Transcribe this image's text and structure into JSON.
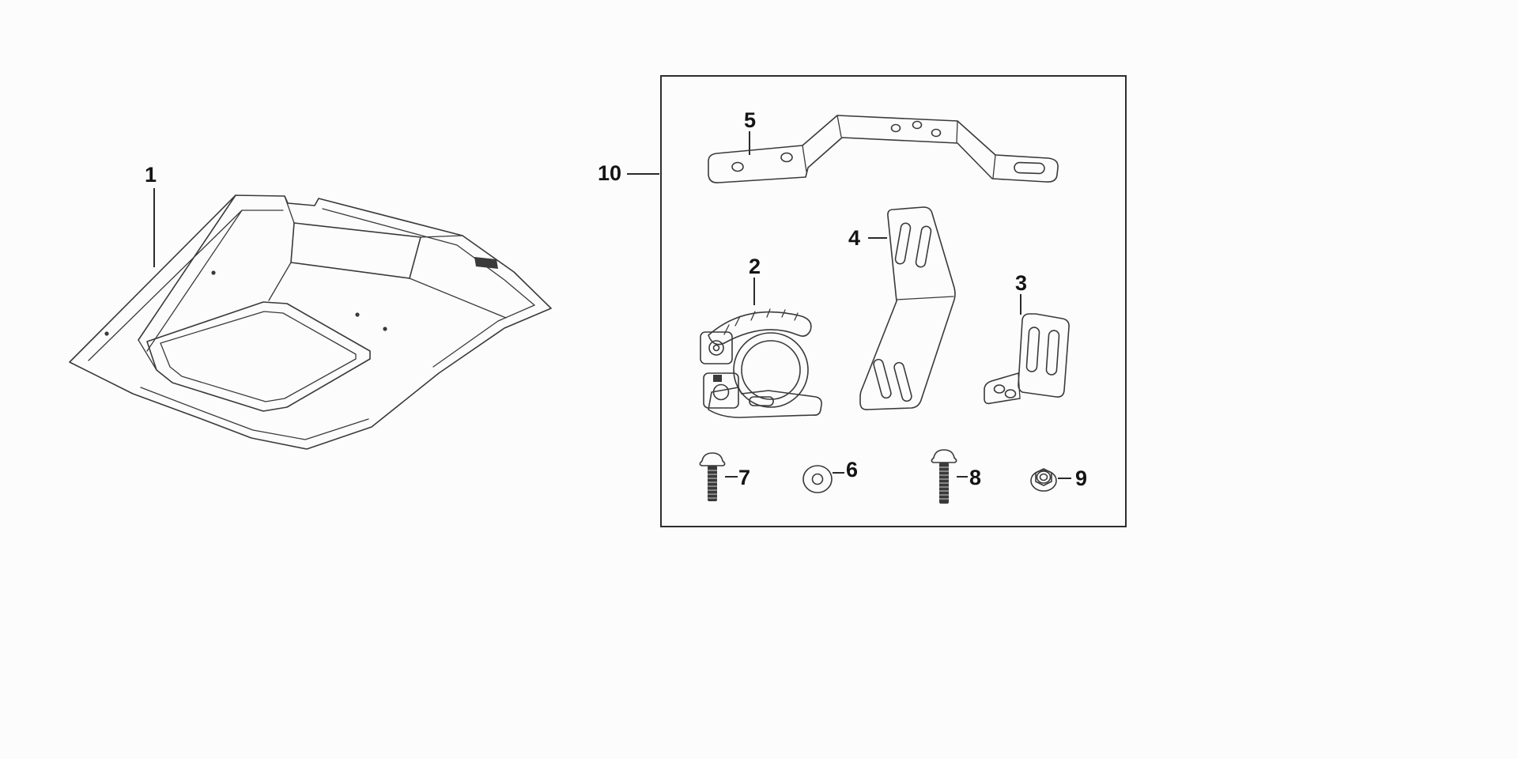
{
  "colors": {
    "background": "#fcfcfc",
    "line": "#3a3a3a",
    "leader": "#2b2b2b",
    "label_text": "#141414",
    "box_border": "#2e2e2e"
  },
  "callouts": {
    "part1": "1",
    "part2": "2",
    "part3": "3",
    "part4": "4",
    "part5": "5",
    "part6": "6",
    "part7": "7",
    "part8": "8",
    "part9": "9",
    "kit": "10"
  }
}
